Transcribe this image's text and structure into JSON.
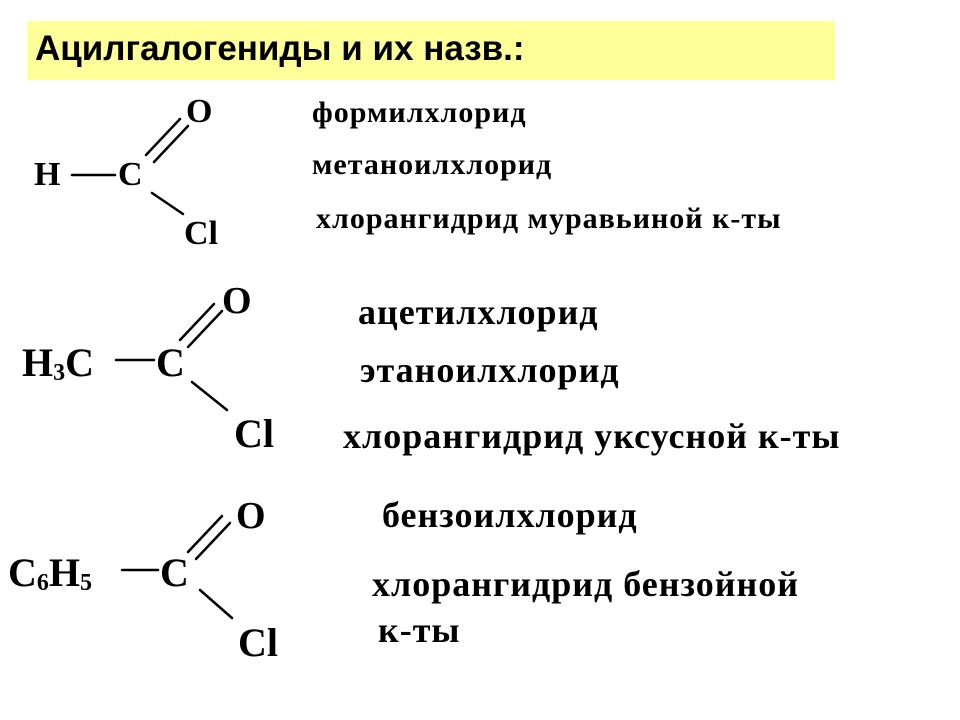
{
  "title": "Ацилгалогениды и их назв.:",
  "molecules": [
    {
      "substituent": "H",
      "carbon": "C",
      "oxygen": "O",
      "chlorine": "Cl",
      "names": [
        "формилхлорид",
        "метаноилхлорид",
        "хлорангидрид муравьиной к-ты"
      ]
    },
    {
      "substituent": "H",
      "substituent_sub": "3",
      "substituent_tail": "C",
      "carbon": "C",
      "oxygen": "O",
      "chlorine": "Cl",
      "names": [
        "ацетилхлорид",
        "этаноилхлорид",
        "хлорангидрид уксусной к-ты"
      ]
    },
    {
      "substituent": "C",
      "substituent_sub": "6",
      "substituent_mid": "H",
      "substituent_sub2": "5",
      "carbon": "C",
      "oxygen": "O",
      "chlorine": "Cl",
      "names": [
        "бензоилхлорид",
        "хлорангидрид бензойной",
        "к-ты"
      ]
    }
  ]
}
